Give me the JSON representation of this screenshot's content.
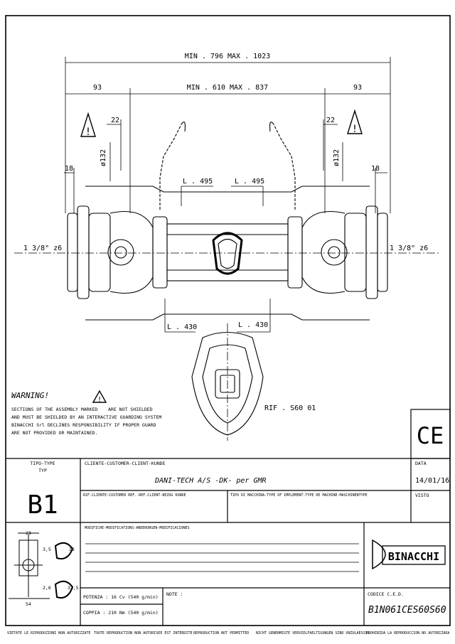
{
  "dimensions": {
    "total_length": "MIN . 796   MAX . 1023",
    "tube_length": "MIN . 610   MAX . 837",
    "left_end": "93",
    "right_end": "93",
    "left_22": "22",
    "right_22": "22",
    "left_18": "18",
    "right_18": "18",
    "left_dia": "ø132",
    "right_dia": "ø132",
    "left_spline": "1 3/8\" z6",
    "right_spline": "1 3/8\" z6",
    "l495_left": "L . 495",
    "l495_right": "L . 495",
    "l430_left": "L . 430",
    "l430_right": "L . 430",
    "rif": "RIF . S60 01"
  },
  "warning": {
    "title": "WARNING!",
    "line1a": "SECTIONS OF THE ASSEMBLY MARKED",
    "line1b": "ARE NOT SHIELDED",
    "line2": "AND MUST BE SHIELDED BY AN INTERACTIVE GUARDING SYSTEM",
    "line3": "BINACCHI Srl DECLINES RESPONSIBILITY IF PROPER GUARD",
    "line4": "ARE NOT PROVIDED OR MAINTAINED."
  },
  "ce_mark": "CE",
  "title_block": {
    "type_header": "TIPO-TYPE",
    "type_header2": "TYP",
    "type_value": "B1",
    "client_header": "CLIENTE-CUSTOMER-CLIENT-KUNDE",
    "client_value": "DANI-TECH A/S  -DK-  per GMR",
    "date_header": "DATA",
    "date_value": "14/01/16",
    "ref_header": "RIF.CLIENTE-CUSTOMER REF.-REF.CLIENT-BEZUG KUNDE",
    "machine_header": "TIPO DI MACCHINA-TYPE OF IMPLEMENT-TYPE DE MACHINE-MASCHINENTYPE",
    "visto": "VISTO",
    "mods_header": "MODIFICHE-MODIFICATIONS-ANDERUNGEN-MODIFICACIONES",
    "brand": "BINACCHI",
    "power": "POTENZA : 16 Cv (540 g/min)",
    "torque": "COPPIA : 210 Nm (540 g/min)",
    "note": "NOTE :",
    "code_header": "CODICE C.E.D.",
    "code_value": "B1N061CES60S60"
  },
  "profile_dims": {
    "d23": "23",
    "d54": "54",
    "d35": "3,5",
    "d26": "26",
    "d26b": "2,6",
    "d325": "32,5"
  },
  "footer": [
    "VIETATE LE RIPRODUZIONI NON AUTORIZZATE",
    "TOUTE REPRODUCTION NON AUTORISEE EST INTERDITE",
    "REPRODUCTION NOT PERMITTED",
    "NICHT GENEHMIGTE VERVIELFAELTIGUNGEN SIND UNZULAESSIG",
    "PROHIBIDA LA REPRODUCCION NO AUTORIZADA"
  ]
}
